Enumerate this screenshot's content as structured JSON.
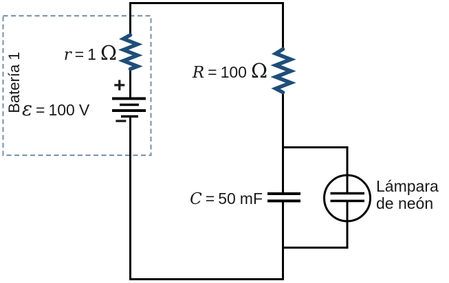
{
  "colors": {
    "wire": "#000000",
    "resistor": "#1F4E79",
    "box": "#7E96AE",
    "text": "#1A1A1A"
  },
  "battery_box": {
    "label": "Batería 1"
  },
  "components": {
    "internal_resistance": {
      "symbol": "r",
      "equals": "=",
      "value": "1",
      "unit": "Ω"
    },
    "emf": {
      "symbol": "ε",
      "equals": "=",
      "value": "100",
      "unit": "V"
    },
    "battery": {
      "plus": "+",
      "minus": "−"
    },
    "resistor": {
      "symbol": "R",
      "equals": "=",
      "value": "100",
      "unit": "Ω"
    },
    "capacitor": {
      "symbol": "C",
      "equals": "=",
      "value": "50",
      "unit": "mF"
    },
    "neon_lamp": {
      "label_line1": "Lámpara",
      "label_line2": "de neón"
    }
  }
}
